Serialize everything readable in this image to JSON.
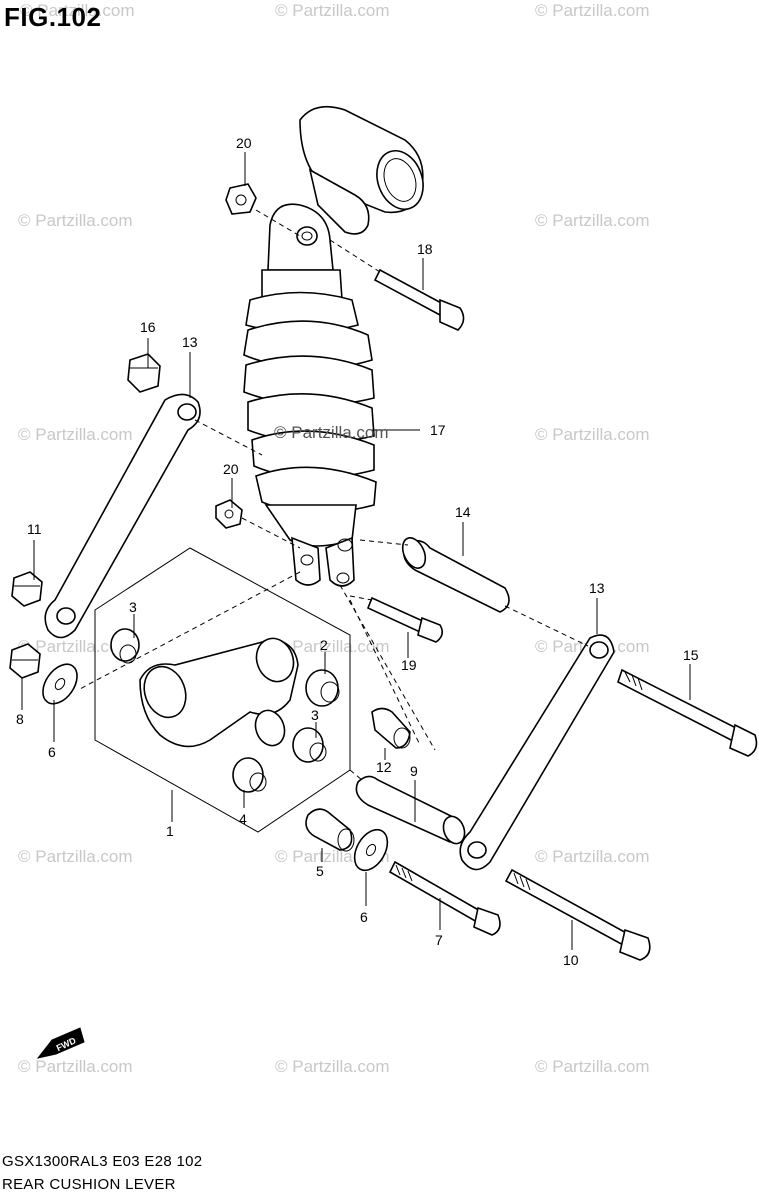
{
  "figure": {
    "title": "FIG.102",
    "footer_code": "GSX1300RAL3  E03  E28  102",
    "footer_description": "REAR CUSHION LEVER"
  },
  "watermark": {
    "text": "© Partzilla.com",
    "center_text": "© Partzilla.com"
  },
  "fwd_arrow_label": "FWD",
  "callouts": {
    "c20a": "20",
    "c18": "18",
    "c16": "16",
    "c13a": "13",
    "c17": "17",
    "c20b": "20",
    "c11": "11",
    "c14": "14",
    "c3a": "3",
    "c2": "2",
    "c19": "19",
    "c13b": "13",
    "c15": "15",
    "c8": "8",
    "c6a": "6",
    "c3b": "3",
    "c12": "12",
    "c9": "9",
    "c1": "1",
    "c4": "4",
    "c5": "5",
    "c6b": "6",
    "c7": "7",
    "c10": "10"
  },
  "colors": {
    "line": "#000000",
    "background": "#ffffff",
    "watermark": "#c8c8c8"
  }
}
